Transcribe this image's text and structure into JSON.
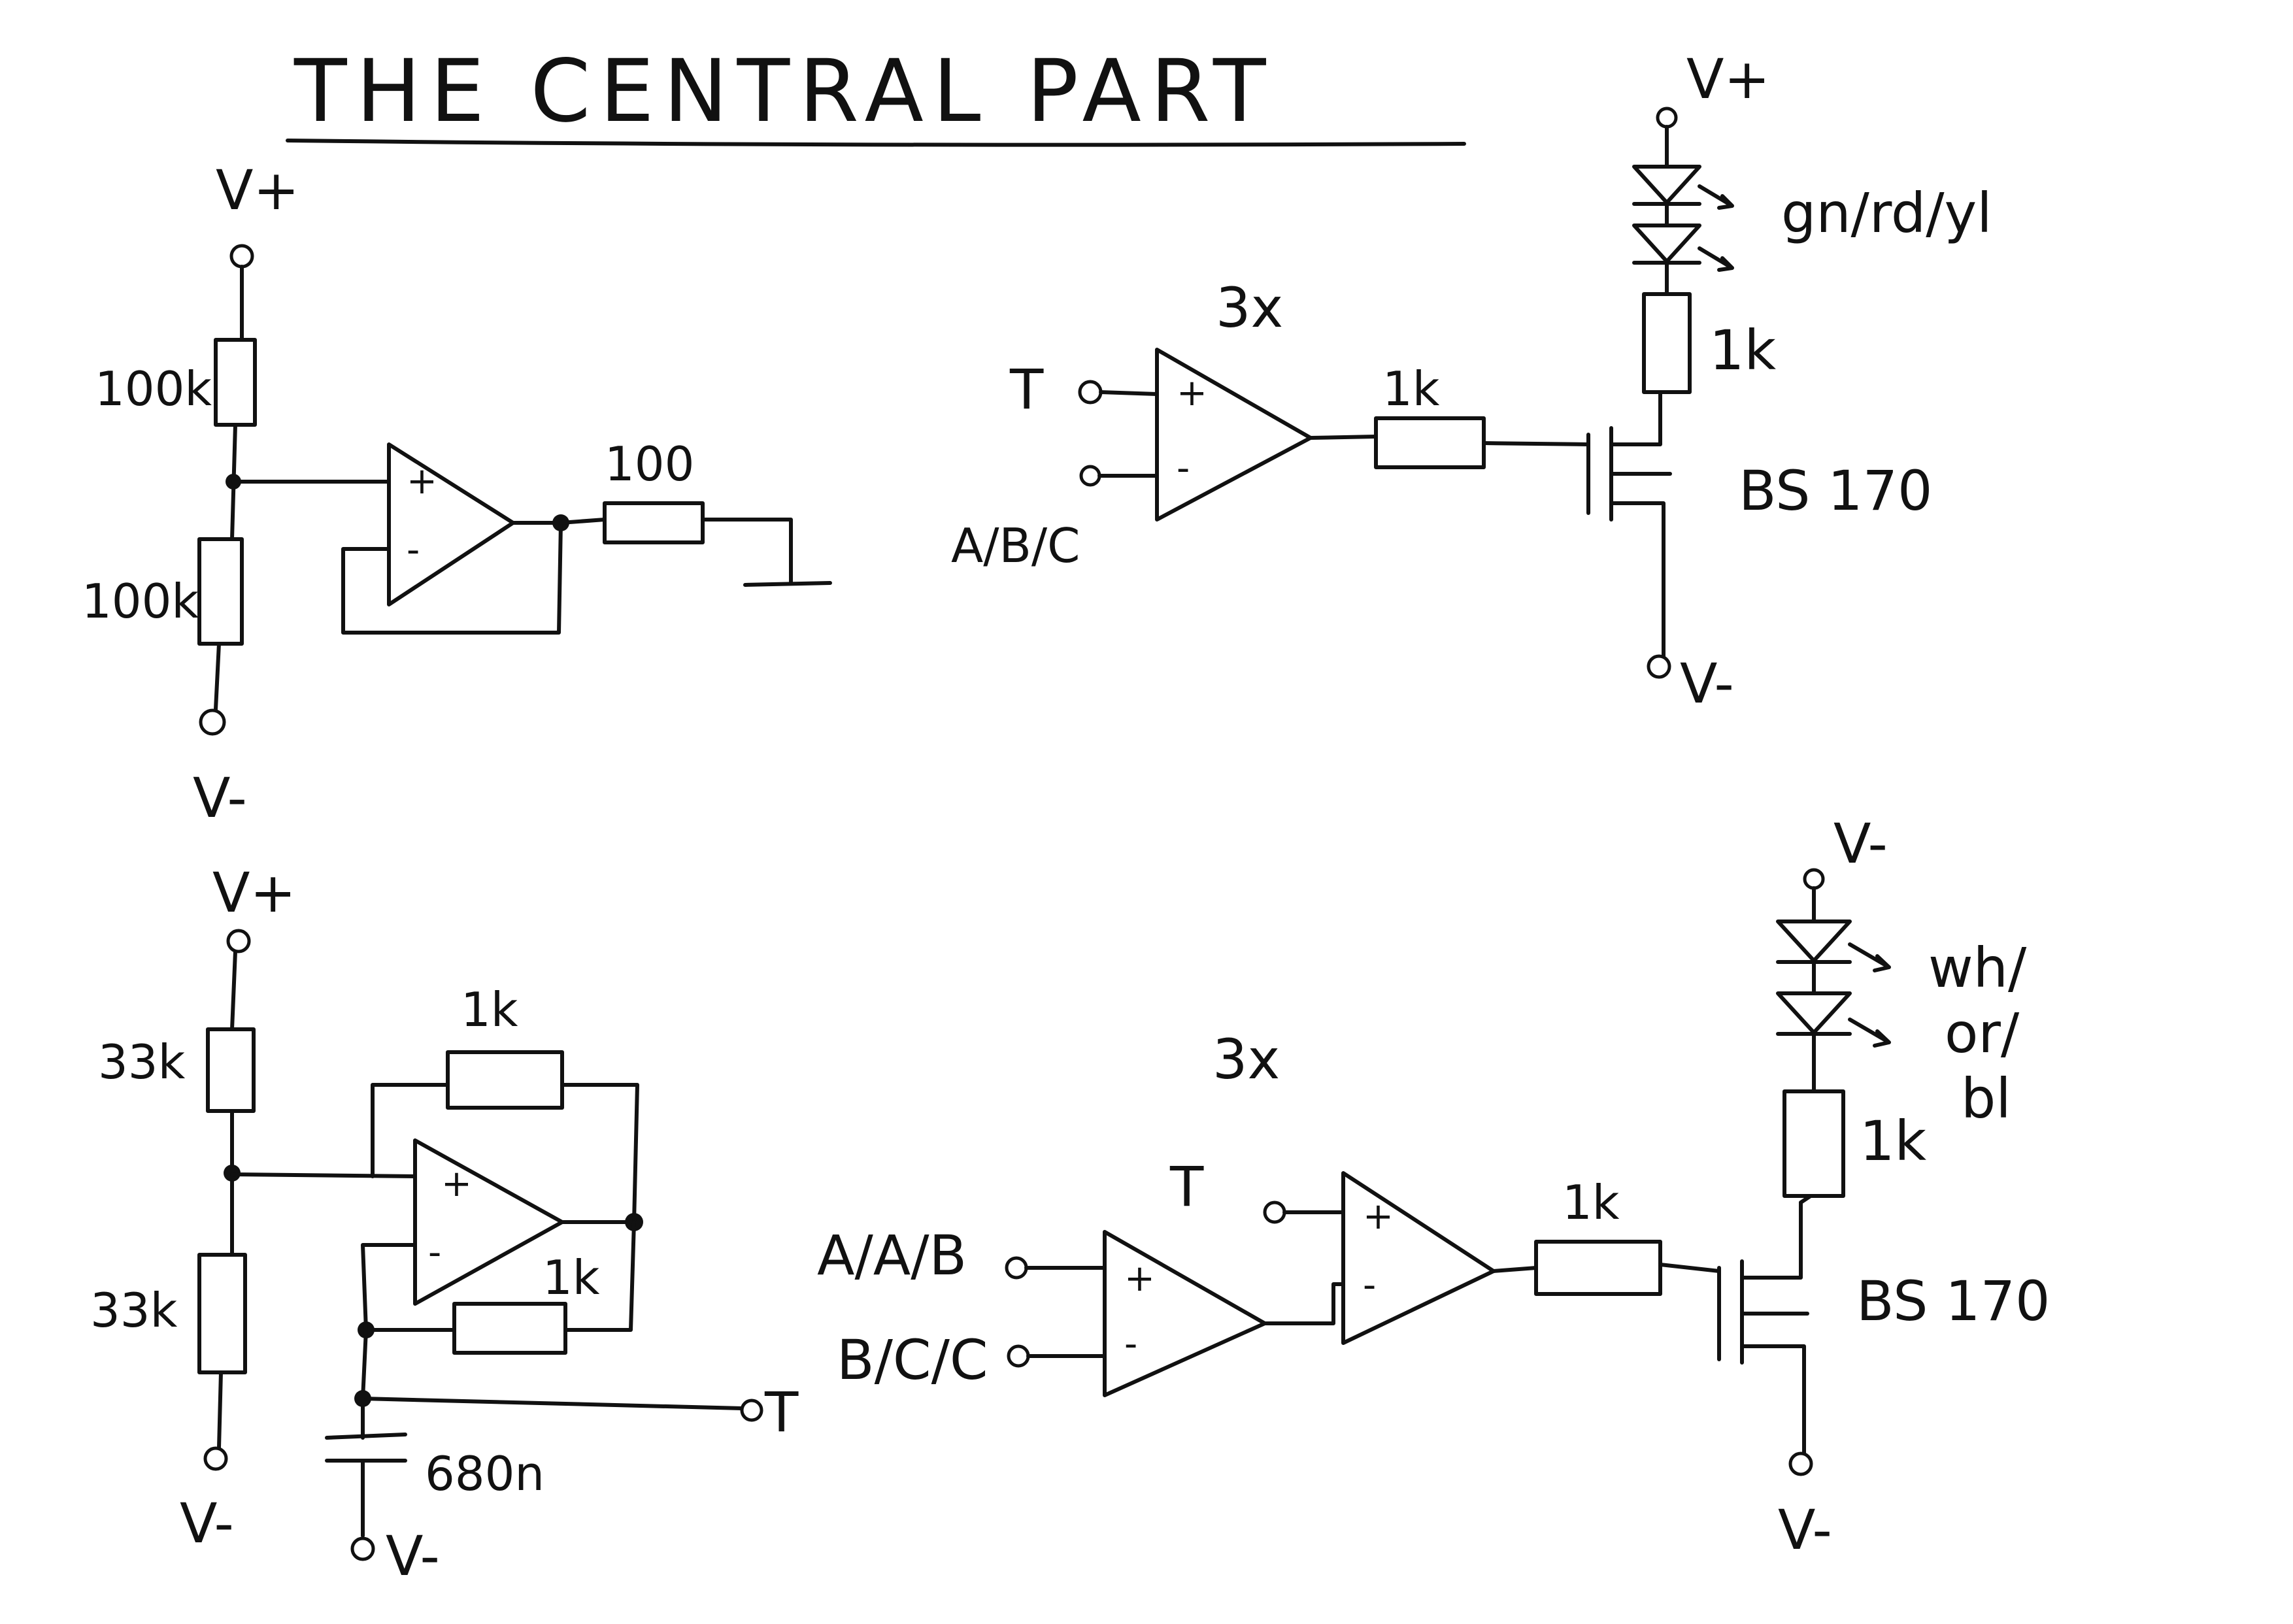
{
  "title": "THE CENTRAL PART",
  "vref": {
    "supply_top": "V+",
    "supply_bottom": "V-",
    "r_top": "100k",
    "r_bottom": "100k",
    "r_out": "100"
  },
  "led_driver_1": {
    "multiplier": "3x",
    "input_plus": "T",
    "input_minus": "A/B/C",
    "r_gate": "1k",
    "supply_top": "V+",
    "led_colors": "gn/rd/yl",
    "r_led": "1k",
    "transistor": "BS 170",
    "supply_bottom": "V-"
  },
  "oscillator": {
    "supply_top": "V+",
    "supply_bottom": "V-",
    "r_top": "33k",
    "r_bottom": "33k",
    "r_feedback": "1k",
    "r_timing": "1k",
    "capacitor": "680n",
    "cap_ground": "V-",
    "output": "T"
  },
  "led_driver_2": {
    "multiplier": "3x",
    "input_a": "A/A/B",
    "input_b": "B/C/C",
    "input_t": "T",
    "r_gate": "1k",
    "supply_top": "V-",
    "led_colors_1": "wh/",
    "led_colors_2": "or/",
    "led_colors_3": "bl",
    "r_led": "1k",
    "transistor": "BS 170",
    "supply_bottom": "V-"
  },
  "opamp_plus": "+",
  "opamp_minus": "-"
}
